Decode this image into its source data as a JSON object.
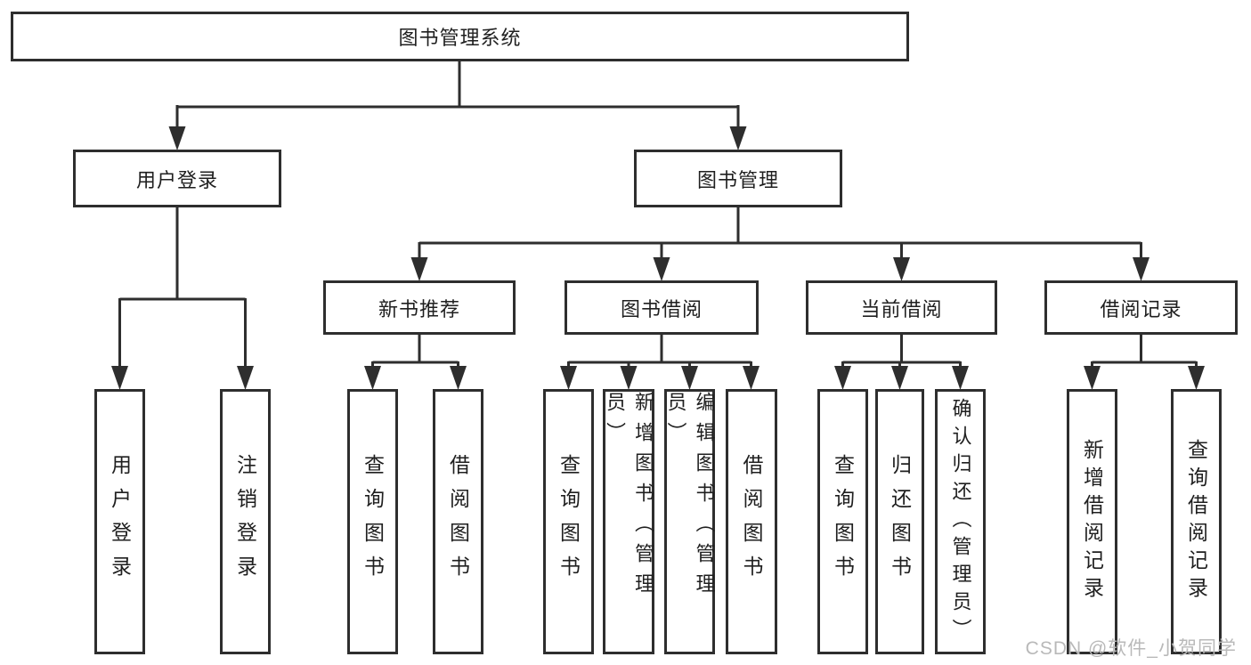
{
  "diagram": {
    "root": {
      "label": "图书管理系统"
    },
    "branches": [
      {
        "label": "用户登录",
        "children": [
          {
            "label": "用户登录"
          },
          {
            "label": "注销登录"
          }
        ]
      },
      {
        "label": "图书管理",
        "sections": [
          {
            "label": "新书推荐",
            "children": [
              {
                "label": "查询图书"
              },
              {
                "label": "借阅图书"
              }
            ]
          },
          {
            "label": "图书借阅",
            "children": [
              {
                "label": "查询图书"
              },
              {
                "label": "新增图书（管理员）"
              },
              {
                "label": "编辑图书（管理员）"
              },
              {
                "label": "借阅图书"
              }
            ]
          },
          {
            "label": "当前借阅",
            "children": [
              {
                "label": "查询图书"
              },
              {
                "label": "归还图书"
              },
              {
                "label": "确认归还（管理员）"
              }
            ]
          },
          {
            "label": "借阅记录",
            "children": [
              {
                "label": "新增借阅记录"
              },
              {
                "label": "查询借阅记录"
              }
            ]
          }
        ]
      }
    ],
    "watermark": "CSDN @软件_小贺同学",
    "colors": {
      "line": "#2e2e2e",
      "text": "#1f1f1f",
      "watermark": "#b9b9b9",
      "background": "#ffffff"
    }
  }
}
